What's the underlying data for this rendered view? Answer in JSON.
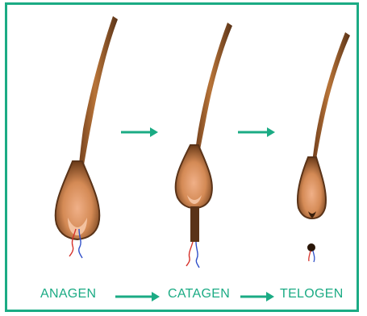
{
  "stages": [
    {
      "label": "ANAGEN"
    },
    {
      "label": "CATAGEN"
    },
    {
      "label": "TELOGEN"
    }
  ],
  "colors": {
    "accent": "#1bab84",
    "hair_dark": "#5a3318",
    "hair_mid": "#a3622f",
    "bulb_light": "#e9a57a",
    "vessel_red": "#d6322b",
    "vessel_blue": "#2f4fc9"
  }
}
